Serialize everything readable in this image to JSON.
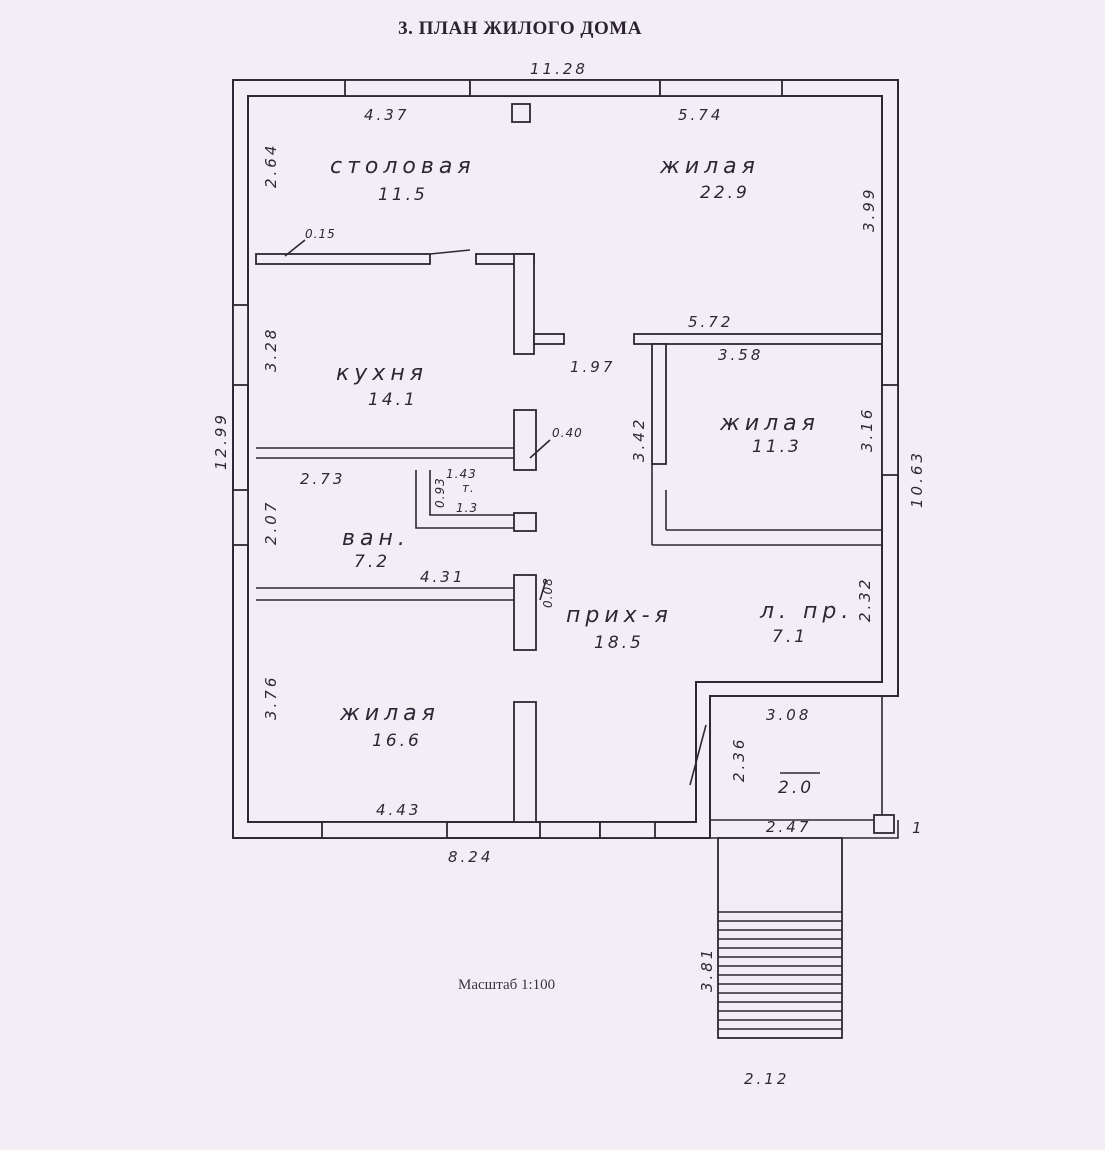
{
  "title": "3.  ПЛАН ЖИЛОГО ДОМА",
  "scale": "Масштаб 1:100",
  "rooms": {
    "stolovaya": {
      "name": "столовая",
      "area": "11.5"
    },
    "zhilaya1": {
      "name": "жилая",
      "area": "22.9"
    },
    "kukhnya": {
      "name": "кухня",
      "area": "14.1"
    },
    "zhilaya2": {
      "name": "жилая",
      "area": "11.3"
    },
    "van": {
      "name": "ван.",
      "area": "7.2"
    },
    "t": {
      "name": "т.",
      "area": "1.3"
    },
    "prikh": {
      "name": "прих-я",
      "area": "18.5"
    },
    "lpr": {
      "name": "л. пр.",
      "area": "7.1"
    },
    "zhilaya3": {
      "name": "жилая",
      "area": "16.6"
    },
    "porch": {
      "area": "2.0"
    }
  },
  "dims": {
    "top_total": "11.28",
    "top_left": "4.37",
    "top_right": "5.74",
    "left_stolovaya": "2.64",
    "right_zhilaya1": "3.99",
    "wall_thickness": "0.15",
    "corridor_top": "5.72",
    "corridor_width": "1.97",
    "zhilaya2_width": "3.58",
    "kukhnya_height": "3.28",
    "total_height": "12.99",
    "partition": "0.40",
    "zhilaya2_height": "3.16",
    "zhilaya2_left": "3.42",
    "right_total": "10.63",
    "van_width": "2.73",
    "t_width": "1.43",
    "t_depth": "0.93",
    "van_height": "2.07",
    "corridor_lower": "4.31",
    "door_gap": "0.08",
    "lpr_height": "2.32",
    "zhilaya3_height": "3.76",
    "porch_top": "3.08",
    "porch_side": "2.36",
    "zhilaya3_width": "4.43",
    "porch_bottom": "2.47",
    "bottom_total": "8.24",
    "steps_length": "3.81",
    "steps_width": "2.12",
    "column_mark": "1"
  }
}
